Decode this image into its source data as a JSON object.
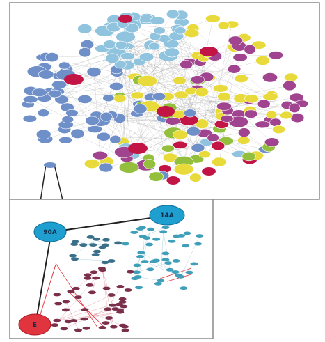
{
  "figure": {
    "colors": {
      "panel_border": "#8a8a8a",
      "zoom_lines": "#222222",
      "edge_gray": "#9a9a9a",
      "blue_node": "#6f8fc8",
      "light_blue_node": "#8fc3de",
      "purple_node": "#a0448f",
      "crimson_node": "#c21546",
      "green_node": "#93bf3d",
      "yellow_node": "#e8da3a",
      "red_hub": "#e0353f",
      "cyan_hub": "#1e9fd0",
      "teal_node": "#3f9fb9",
      "maroon_node": "#7a2f4a"
    },
    "top_panel": {
      "description_icon": "network-graph"
    },
    "bottom_panel": {
      "hub_a_label": "90A",
      "hub_b_label": "14A",
      "hub_c_label": "E"
    }
  }
}
